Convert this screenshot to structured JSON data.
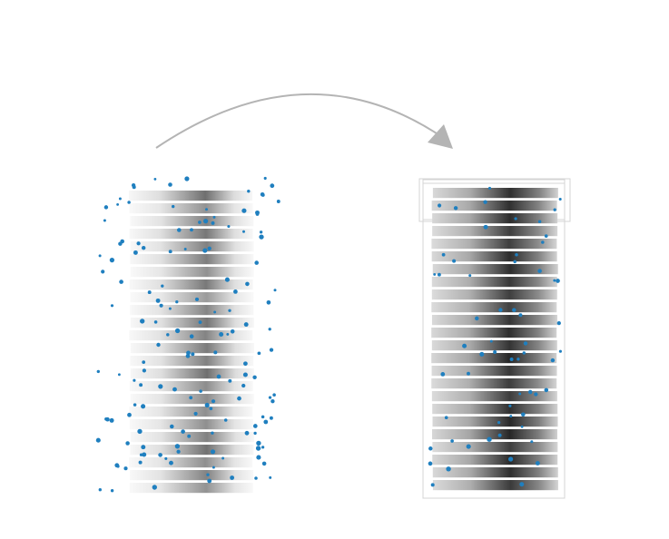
{
  "colors": {
    "background": "#ffffff",
    "arrow": "#b4b4b4",
    "dot": "#1f7fbf",
    "frame": "#d4d4d4",
    "stripe_light": "#f4f4f4",
    "stripe_dark": "#3a3a3a"
  },
  "diagram": {
    "arrow_icon": "curved-arrow-icon",
    "left_stack": {
      "rows": 24,
      "dots": 150
    },
    "right_stack": {
      "rows": 24,
      "dots": 60
    }
  }
}
